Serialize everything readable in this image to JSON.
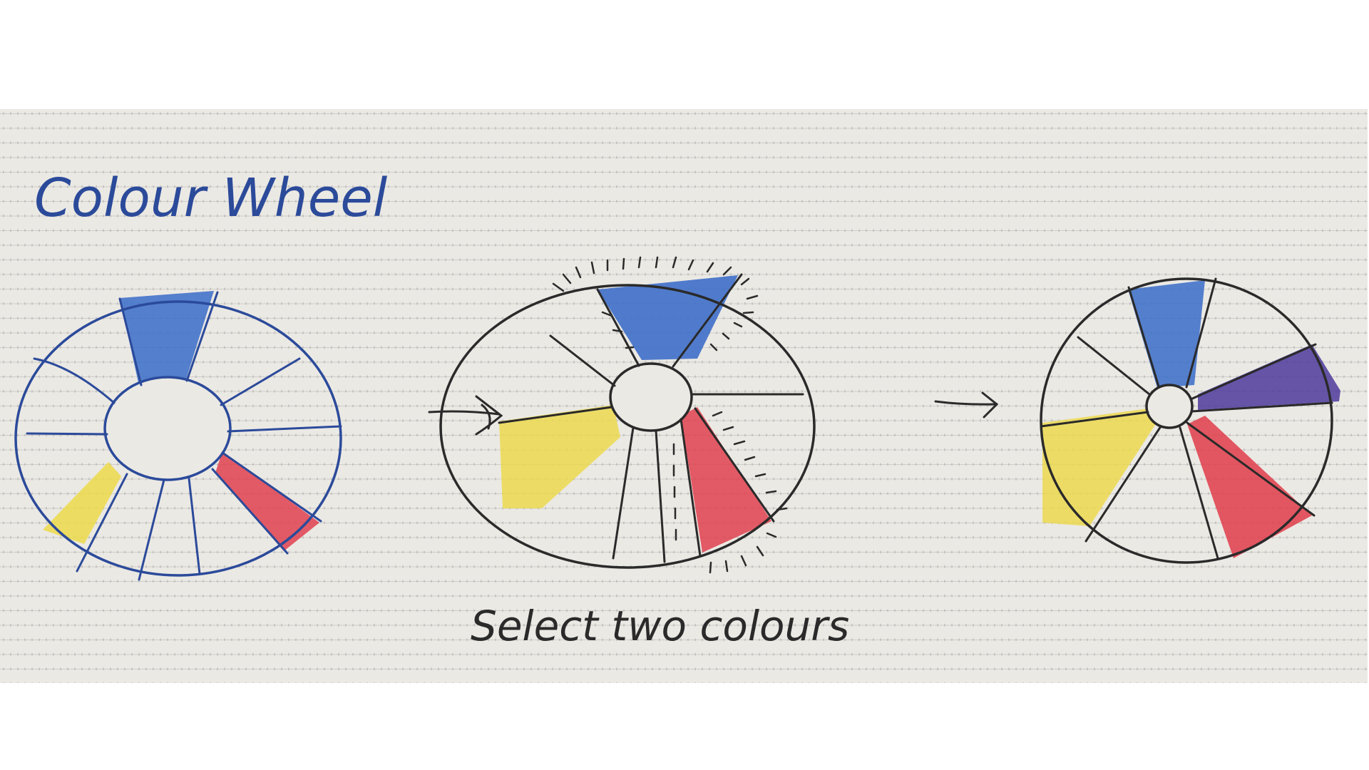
{
  "title": "Colour Wheel",
  "caption": "Select two colours",
  "colors": {
    "paper": "#ebe9e4",
    "blue_ink": "#2b4a9a",
    "black_ink": "#2a2a2a",
    "blue_fill": "#3f6fc9",
    "yellow_fill": "#ecd94a",
    "red_fill": "#e0414f",
    "purple_fill": "#4f3a9c"
  },
  "wheels": [
    {
      "name": "initial-wheel",
      "filled_segments": [
        "blue",
        "yellow",
        "red"
      ]
    },
    {
      "name": "selection-wheel",
      "filled_segments": [
        "blue",
        "yellow",
        "red"
      ],
      "selected": [
        "blue",
        "red"
      ]
    },
    {
      "name": "result-wheel",
      "filled_segments": [
        "blue",
        "purple",
        "yellow",
        "red"
      ]
    }
  ]
}
